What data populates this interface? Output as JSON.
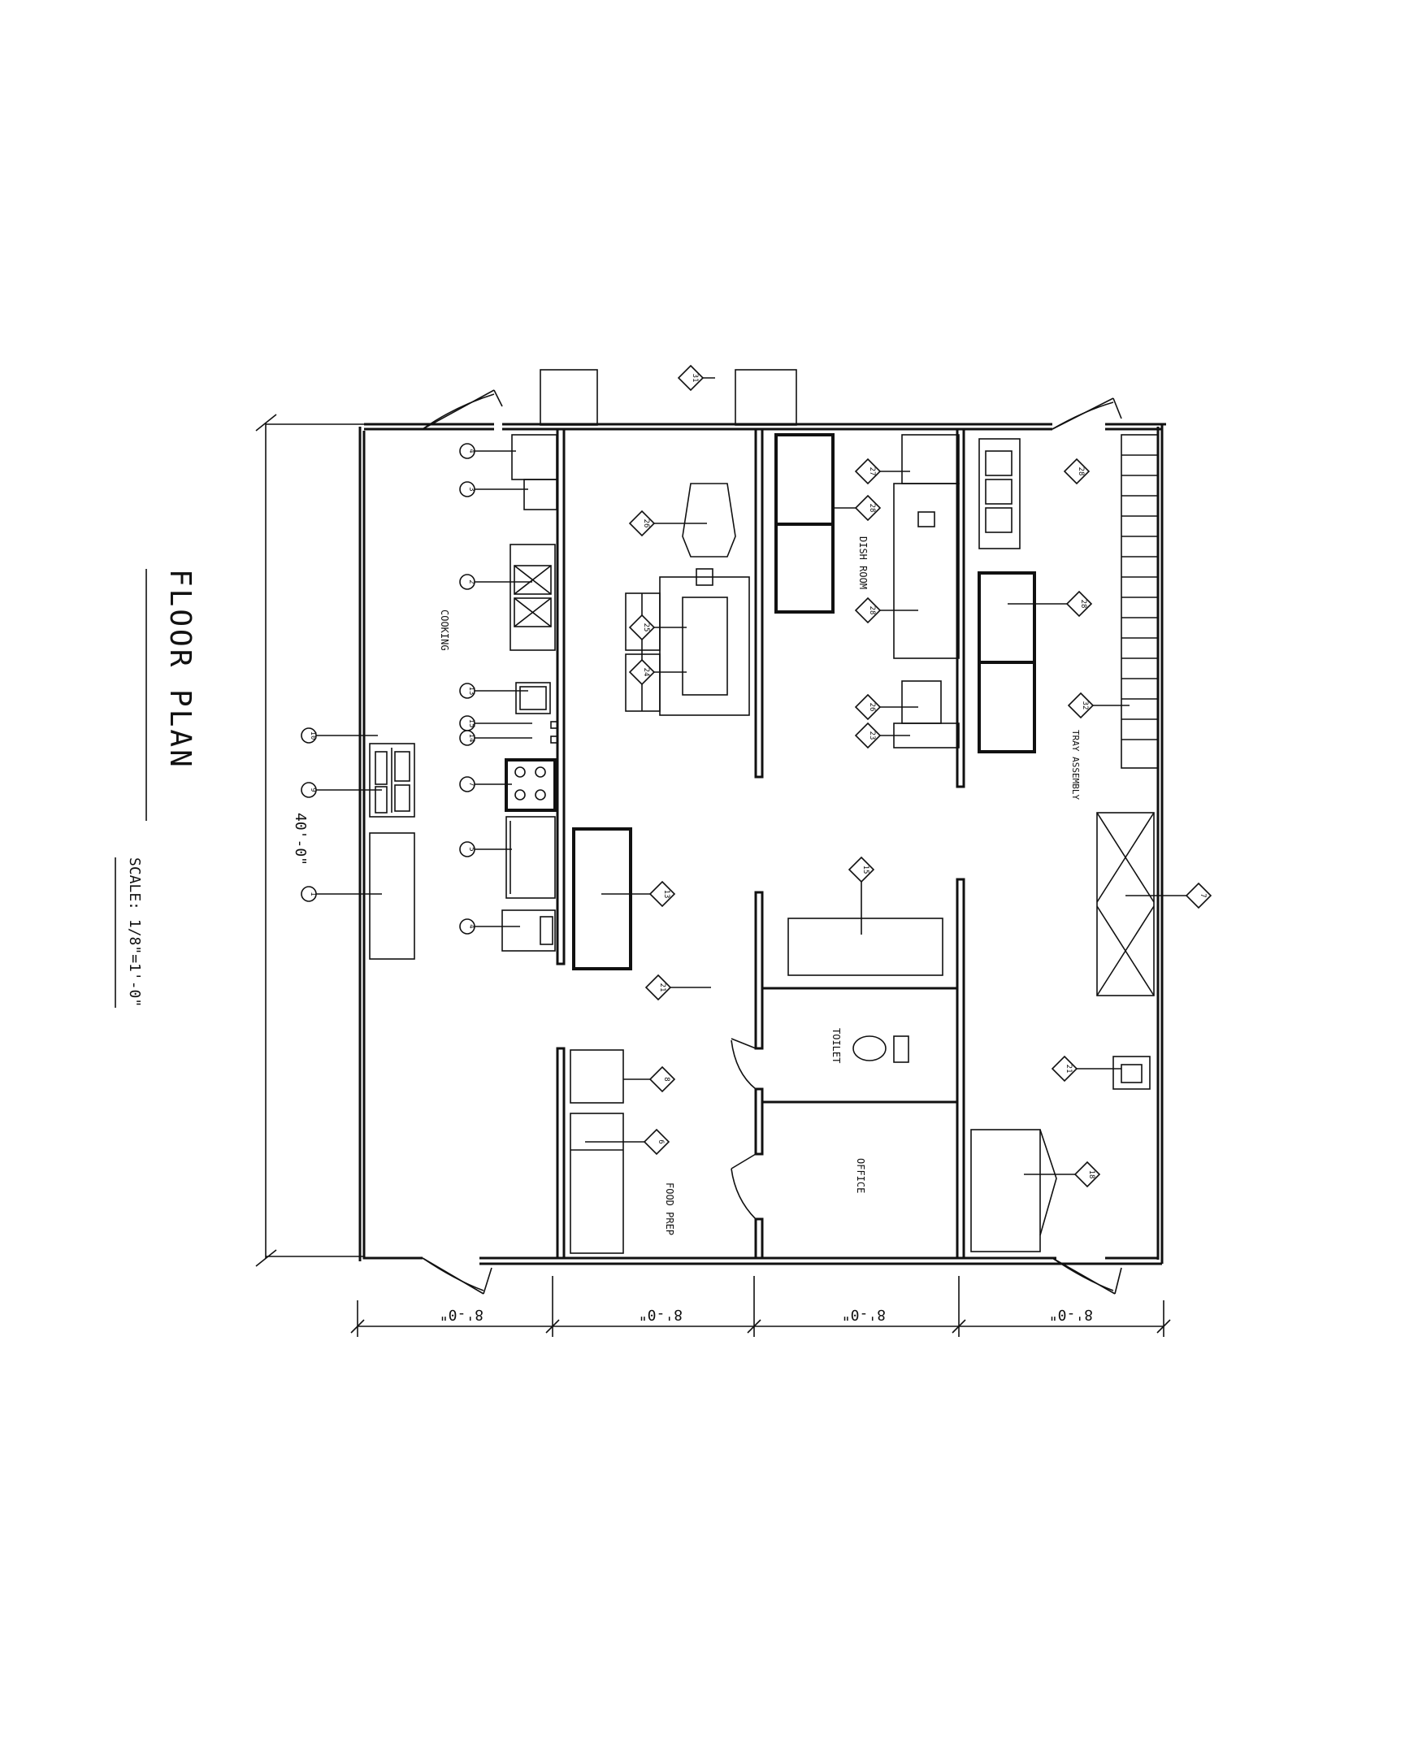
{
  "title": "FLOOR PLAN",
  "scale": "SCALE: 1/8\"=1'-0\"",
  "overall_dimension": "40'-0\"",
  "bay_dimensions": [
    "8'-0\"",
    "8'-0\"",
    "8'-0\"",
    "8'-0\""
  ],
  "room_labels": {
    "cooking": "COOKING",
    "dish_room": "DISH ROOM",
    "tray_assembly": "TRAY ASSEMBLY",
    "toilet": "TOILET",
    "office": "OFFICE",
    "food_prep": "FOOD PREP"
  },
  "equipment_tags": [
    "1",
    "2",
    "3",
    "4",
    "5",
    "6",
    "7",
    "8",
    "9",
    "10",
    "11",
    "12",
    "13",
    "14",
    "15",
    "16",
    "17",
    "18",
    "19",
    "20",
    "21",
    "22",
    "23",
    "24",
    "25",
    "26",
    "27",
    "28",
    "29",
    "30",
    "31",
    "32"
  ]
}
